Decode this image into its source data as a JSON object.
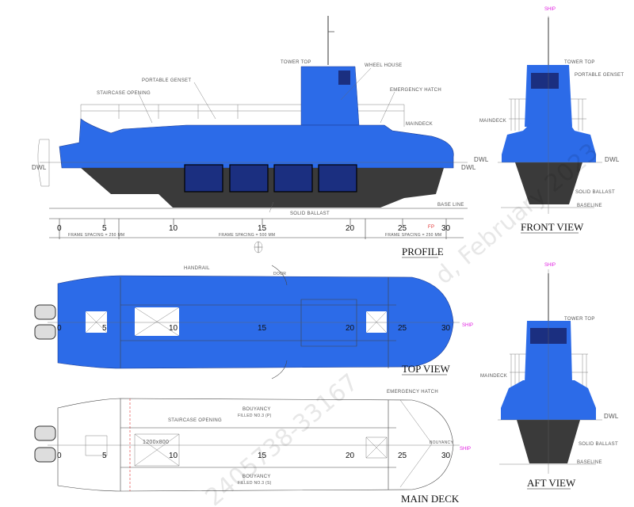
{
  "colors": {
    "hull_blue": "#2c6be8",
    "underwater_dark": "#3a3a3a",
    "window_navy": "#1b2f80",
    "centerline_magenta": "#e020e0",
    "frame_red": "#e03030"
  },
  "profile": {
    "title": "PROFILE",
    "labels": {
      "tower_top": "TOWER TOP",
      "wheel_house": "WHEEL HOUSE",
      "portable_genset": "PORTABLE GENSET",
      "staircase_opening": "STAIRCASE OPENING",
      "emergency_hatch": "EMERGENCY HATCH",
      "maindeck": "MAINDECK",
      "dwl_left": "DWL",
      "dwl_right": "DWL",
      "base_line": "BASE LINE",
      "solid_ballast": "SOLID BALLAST",
      "fp": "FP"
    },
    "frame_numbers": [
      "0",
      "5",
      "10",
      "15",
      "20",
      "25",
      "30"
    ],
    "frame_spacing": [
      "FRAME SPACING = 250 MM",
      "FRAME SPACING = 500 MM",
      "FRAME SPACING = 250 MM"
    ]
  },
  "top_view": {
    "title": "TOP VIEW",
    "labels": {
      "handrail": "HANDRAIL",
      "door": "DOOR",
      "ship_centerline": "SHIP"
    },
    "frame_numbers": [
      "0",
      "5",
      "10",
      "15",
      "20",
      "25",
      "30"
    ]
  },
  "main_deck": {
    "title": "MAIN DECK",
    "labels": {
      "emergency_hatch": "EMERGENCY HATCH",
      "staircase_opening": "STAIRCASE OPENING",
      "opening_size": "1200x800",
      "buoyancy_top": "BOUYANCY",
      "buoyancy_top_sub": "FILLED NO.3 (P)",
      "buoyancy_bottom": "BOUYANCY",
      "buoyancy_bottom_sub": "FILLED NO.3 (S)",
      "buoyancy_bow": "BOUYANCY",
      "ship_centerline": "SHIP"
    },
    "frame_numbers": [
      "0",
      "5",
      "10",
      "15",
      "20",
      "25",
      "30"
    ]
  },
  "front_view": {
    "title": "FRONT VIEW",
    "labels": {
      "ship": "SHIP",
      "tower_top": "TOWER TOP",
      "portable_genset": "PORTABLE GENSET",
      "maindeck": "MAINDECK",
      "dwl_left": "DWL",
      "dwl_right": "DWL",
      "solid_ballast": "SOLID BALLAST",
      "baseline": "BASELINE"
    }
  },
  "aft_view": {
    "title": "AFT VIEW",
    "labels": {
      "ship": "SHIP",
      "tower_top": "TOWER TOP",
      "maindeck": "MAINDECK",
      "dwl": "DWL",
      "solid_ballast": "SOLID BALLAST",
      "baseline": "BASELINE"
    }
  },
  "watermark": [
    "2405738-33167",
    "d, February 2023"
  ]
}
